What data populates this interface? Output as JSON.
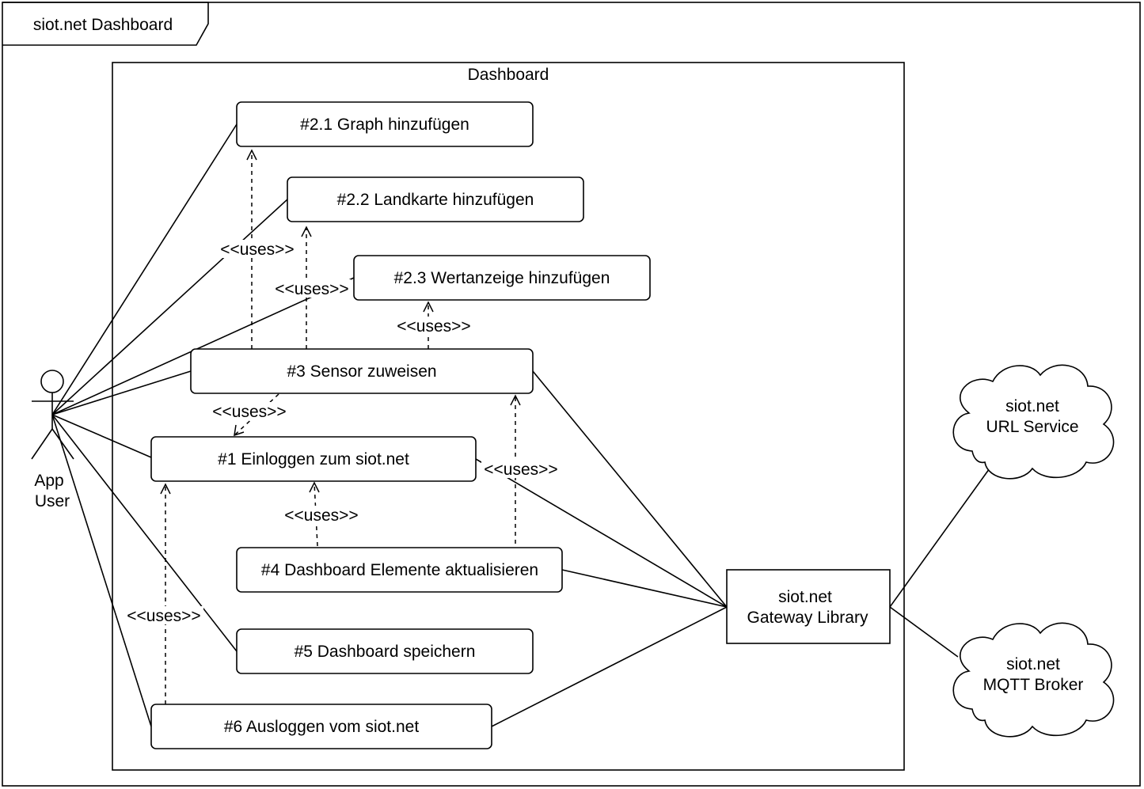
{
  "frame": {
    "title": "siot.net Dashboard"
  },
  "boundary": {
    "title": "Dashboard"
  },
  "actor": {
    "label_line1": "App",
    "label_line2": "User"
  },
  "use_cases": [
    {
      "id": "uc21",
      "label": "#2.1 Graph hinzufügen"
    },
    {
      "id": "uc22",
      "label": "#2.2 Landkarte hinzufügen"
    },
    {
      "id": "uc23",
      "label": "#2.3 Wertanzeige hinzufügen"
    },
    {
      "id": "uc3",
      "label": "#3 Sensor zuweisen"
    },
    {
      "id": "uc1",
      "label": "#1 Einloggen zum siot.net"
    },
    {
      "id": "uc4",
      "label": "#4 Dashboard Elemente aktualisieren"
    },
    {
      "id": "uc5",
      "label": "#5 Dashboard speichern"
    },
    {
      "id": "uc6",
      "label": "#6 Ausloggen vom siot.net"
    }
  ],
  "gateway": {
    "line1": "siot.net",
    "line2": "Gateway Library"
  },
  "clouds": [
    {
      "id": "url",
      "line1": "siot.net",
      "line2": "URL Service"
    },
    {
      "id": "mqtt",
      "line1": "siot.net",
      "line2": "MQTT Broker"
    }
  ],
  "uses_label": "<<uses>>",
  "dependencies": [
    {
      "id": "d1",
      "from": "#3 Sensor zuweisen",
      "to": "#2.1 Graph hinzufügen",
      "label": "<<uses>>"
    },
    {
      "id": "d2",
      "from": "#3 Sensor zuweisen",
      "to": "#2.2 Landkarte hinzufügen",
      "label": "<<uses>>"
    },
    {
      "id": "d3",
      "from": "#3 Sensor zuweisen",
      "to": "#2.3 Wertanzeige hinzufügen",
      "label": "<<uses>>"
    },
    {
      "id": "d4",
      "from": "#3 Sensor zuweisen",
      "to": "#1 Einloggen zum siot.net",
      "label": "<<uses>>"
    },
    {
      "id": "d5",
      "from": "#4 Dashboard Elemente aktualisieren",
      "to": "#1 Einloggen zum siot.net",
      "label": "<<uses>>"
    },
    {
      "id": "d6",
      "from": "#4 Dashboard Elemente aktualisieren",
      "to": "#3 Sensor zuweisen",
      "label": "<<uses>>"
    },
    {
      "id": "d7",
      "from": "#6 Ausloggen vom siot.net",
      "to": "#1 Einloggen zum siot.net",
      "label": "<<uses>>"
    }
  ]
}
